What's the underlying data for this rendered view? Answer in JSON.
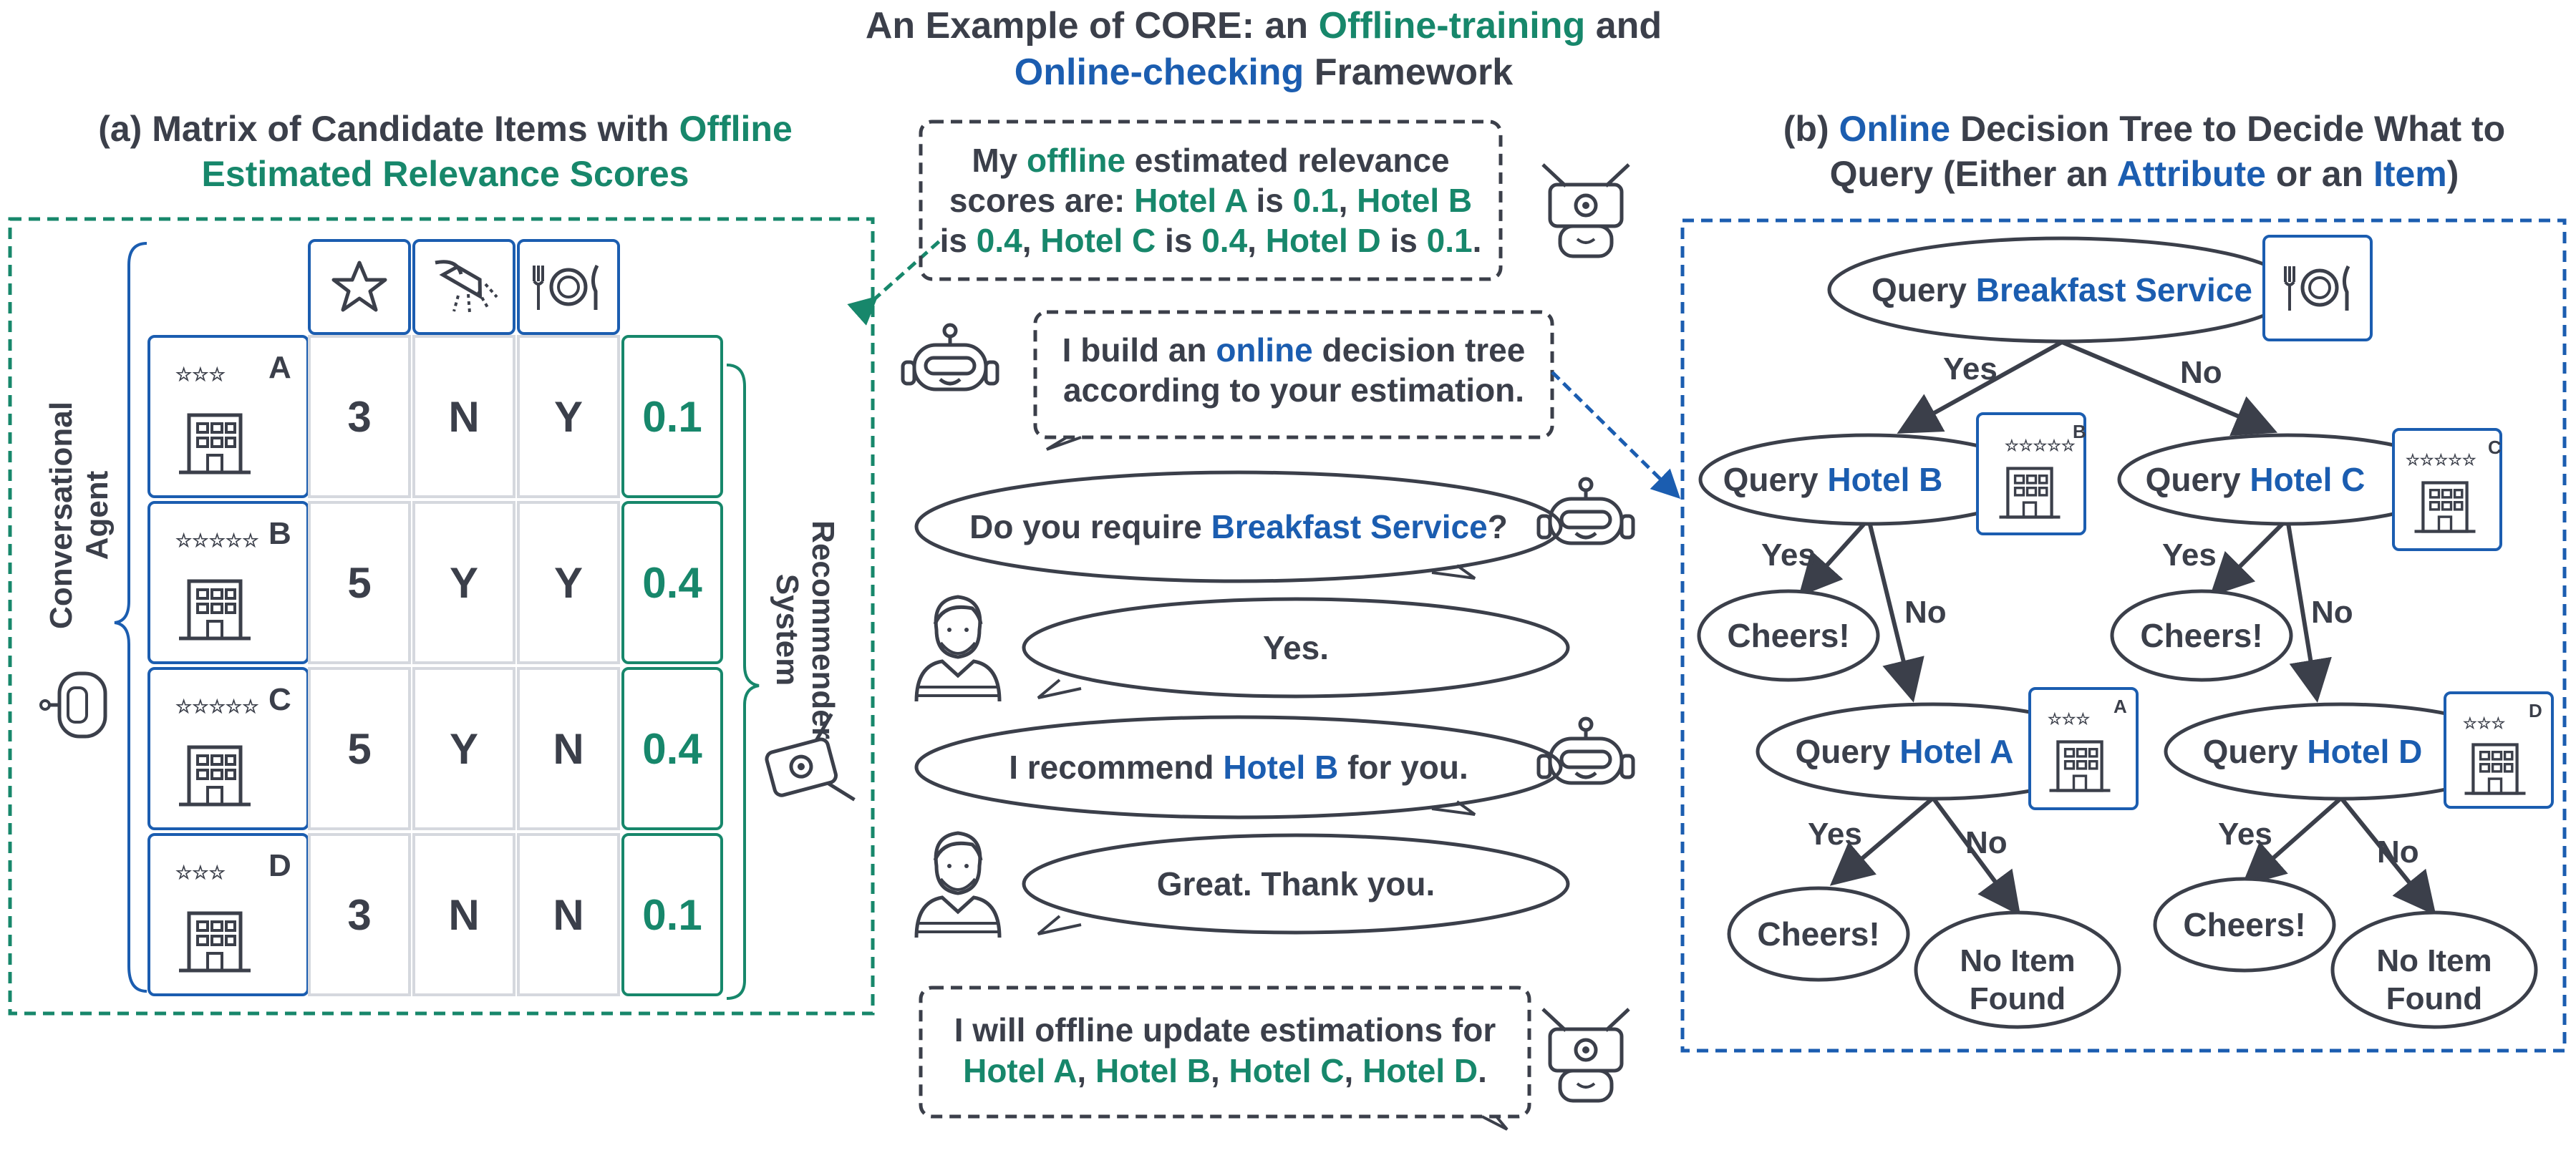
{
  "title": {
    "line1": [
      "An Example of CORE: an ",
      "Offline-training",
      " and"
    ],
    "line2": [
      "Online-checking",
      " Framework"
    ]
  },
  "panel_a": {
    "title_line1": [
      "(a) Matrix of Candidate Items with ",
      "Offline"
    ],
    "title_line2": "Estimated Relevance Scores",
    "left_label": [
      "Conversational",
      "Agent"
    ],
    "right_label": [
      "Recommender",
      "System"
    ],
    "columns": [
      "star-icon",
      "shower-icon",
      "dining-icon"
    ],
    "rows": [
      {
        "hotel": "A",
        "stars": "☆☆☆",
        "rating": "3",
        "shower": "N",
        "breakfast": "Y",
        "score": "0.1"
      },
      {
        "hotel": "B",
        "stars": "☆☆☆☆☆",
        "rating": "5",
        "shower": "Y",
        "breakfast": "Y",
        "score": "0.4"
      },
      {
        "hotel": "C",
        "stars": "☆☆☆☆☆",
        "rating": "5",
        "shower": "Y",
        "breakfast": "N",
        "score": "0.4"
      },
      {
        "hotel": "D",
        "stars": "☆☆☆",
        "rating": "3",
        "shower": "N",
        "breakfast": "N",
        "score": "0.1"
      }
    ]
  },
  "dialog": {
    "bubble1": [
      [
        "My ",
        "offline",
        " estimated relevance"
      ],
      [
        "scores are: ",
        "Hotel A",
        " is ",
        "0.1",
        ",  ",
        "Hotel B"
      ],
      [
        "is ",
        "0.4",
        ", ",
        "Hotel C",
        " is ",
        "0.4",
        ", ",
        "Hotel D",
        " is ",
        "0.1",
        "."
      ]
    ],
    "bubble2": [
      [
        "I build an ",
        "online",
        " decision tree"
      ],
      [
        "according to your estimation."
      ]
    ],
    "bubble3": [
      "Do you require ",
      "Breakfast Service",
      "?"
    ],
    "bubble4": "Yes.",
    "bubble5": [
      "I recommend ",
      "Hotel B",
      " for you."
    ],
    "bubble6": "Great. Thank you.",
    "bubble7": [
      [
        "I will offline update estimations for"
      ],
      [
        "Hotel A",
        ", ",
        "Hotel B",
        ", ",
        "Hotel C",
        ", ",
        "Hotel D",
        "."
      ]
    ]
  },
  "panel_b": {
    "title_line1": [
      "(b) ",
      "Online",
      " Decision Tree to Decide What to"
    ],
    "title_line2": [
      "Query (Either an ",
      "Attribute",
      " or an ",
      "Item",
      ")"
    ],
    "root": [
      "Query ",
      "Breakfast Service"
    ],
    "yes": "Yes",
    "no": "No",
    "hotel_b": [
      "Query ",
      "Hotel B"
    ],
    "hotel_c": [
      "Query ",
      "Hotel C"
    ],
    "hotel_a": [
      "Query ",
      "Hotel A"
    ],
    "hotel_d": [
      "Query ",
      "Hotel D"
    ],
    "cheers": "Cheers!",
    "no_item": [
      "No Item",
      "Found"
    ],
    "badges": {
      "a": "A",
      "b": "B",
      "c": "C",
      "d": "D"
    }
  },
  "colors": {
    "green": "#17876b",
    "blue": "#1b5db0",
    "dark": "#3b3f4a"
  }
}
